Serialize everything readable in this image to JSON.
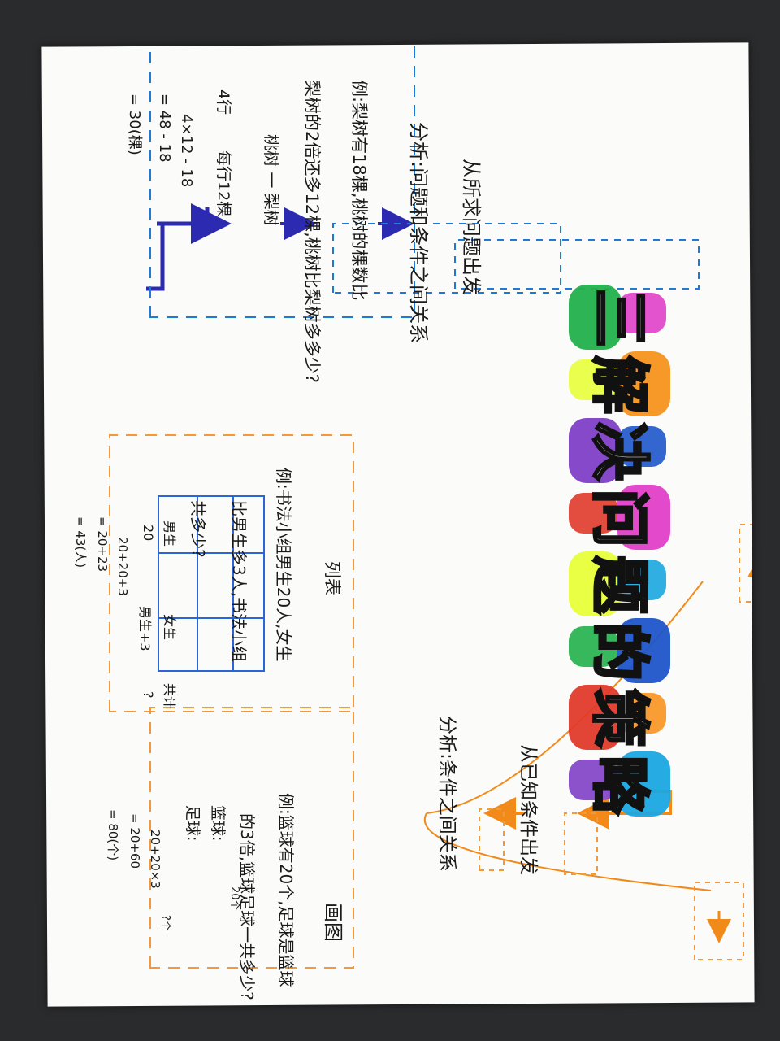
{
  "title": {
    "chars": [
      "三",
      "解",
      "决",
      "问",
      "题",
      "的",
      "策",
      "略"
    ],
    "colors": [
      "#22b04b",
      "#f7931e",
      "#7e3fc6",
      "#e040c8",
      "#e8ff3a",
      "#1d55c9",
      "#e03a2a",
      "#1aa6e0"
    ]
  },
  "top_branch": {
    "label": "从所求问题出发",
    "analysis": "分析:问题和条件之间关系",
    "example": {
      "line1": "例:梨树有18棵,桃树的棵数比",
      "line2": "梨树的2倍还多12棵,桃树比梨树多多少?",
      "line3": "桃树 一 梨树",
      "line4": "4×12 - 18",
      "line5": "= 48 - 18",
      "line6": "= 30(棵)",
      "tree_left": "4行",
      "tree_right": "每行12棵"
    }
  },
  "bottom_branch": {
    "label": "从已知条件出发",
    "analysis": "分析:条件之间关系",
    "sub1": {
      "label": "列表",
      "example": {
        "line1": "例:书法小组男生20人,女生",
        "line2": "比男生多3人,书法小组",
        "line3": "共多少?",
        "table_headers": [
          "男生",
          "女生",
          "共计"
        ],
        "table_values": [
          "20",
          "男生+3",
          "?"
        ],
        "calc1": "20+20+3",
        "calc2": "= 20+23",
        "calc3": "= 43(人)"
      }
    },
    "sub2": {
      "label": "画图",
      "example": {
        "line1": "例:篮球有20个,足球是篮球",
        "line2": "的3倍,篮球足球一共多少?",
        "line3": "篮球:",
        "line4": "足球:",
        "calc1": "20+20×3",
        "calc2": "= 20+60",
        "calc3": "= 80(个)",
        "mark1": "20个",
        "mark2": "?个"
      }
    }
  },
  "colors": {
    "top_arrow": "#2b2ab0",
    "bottom_arrow": "#f28a1a",
    "top_dash": "#1e7ad6",
    "bottom_dash": "#f29a3a",
    "table_line": "#2a66d8"
  }
}
